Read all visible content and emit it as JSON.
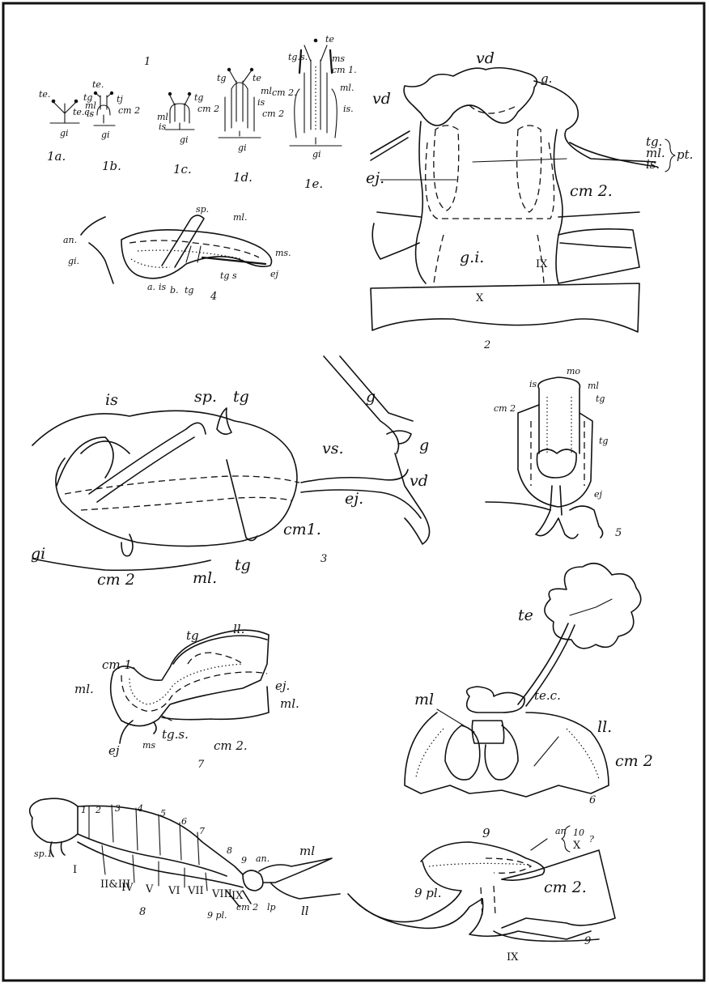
{
  "figures": {
    "f1": {
      "number": "1",
      "sub_a": "1a.",
      "sub_b": "1b.",
      "sub_c": "1c.",
      "sub_d": "1d.",
      "sub_e": "1e.",
      "labels_a": [
        "te.",
        "te.c.",
        "gi"
      ],
      "labels_b": [
        "te.",
        "tg",
        "ml",
        "is",
        "tj",
        "cm 2",
        "gi"
      ],
      "labels_c": [
        "tg",
        "cm 2",
        "ml",
        "is",
        "gi"
      ],
      "labels_d": [
        "tg",
        "te",
        "ml",
        "cm 2",
        "is",
        "gi"
      ],
      "labels_e": [
        "te",
        "tg.s.",
        "ms",
        "cm 1.",
        "cm 2.",
        "ml.",
        "is.",
        "gi"
      ]
    },
    "f2": {
      "number": "2",
      "labels": [
        "vd",
        "vd",
        "g.",
        "tg.",
        "ml.",
        "is.",
        "pt.",
        "ej.",
        "cm 2.",
        "g.i.",
        "IX",
        "X"
      ]
    },
    "f3": {
      "number": "3",
      "labels": [
        "is",
        "sp.",
        "tg",
        "g",
        "vs.",
        "g",
        "vd",
        "ej.",
        "cm1.",
        "gi",
        "cm 2",
        "ml.",
        "tg"
      ]
    },
    "f4": {
      "number": "4",
      "labels": [
        "sp.",
        "ml.",
        "ms.",
        "an.",
        "gi.",
        "a.",
        "is",
        "b.",
        "tg",
        "tg s",
        "ej"
      ]
    },
    "f5": {
      "number": "5",
      "labels": [
        "mo",
        "is",
        "ml",
        "tg",
        "cm 2",
        "tg",
        "ej"
      ]
    },
    "f6": {
      "number": "6",
      "labels": [
        "te",
        "te.c.",
        "ml",
        "ll.",
        "cm 2"
      ]
    },
    "f7": {
      "number": "7",
      "labels": [
        "cm 1.",
        "tg",
        "ll.",
        "ml.",
        "ej.",
        "ml.",
        "ej",
        "ms",
        "tg.s.",
        "cm 2."
      ]
    },
    "f8": {
      "number": "8",
      "segments_top": [
        "1",
        "2",
        "3",
        "4",
        "5",
        "6",
        "7",
        "8",
        "9"
      ],
      "segments_bottom": [
        "I",
        "II&III",
        "IV",
        "V",
        "VI",
        "VII",
        "VIII",
        "IX"
      ],
      "labels": [
        "sp.1",
        "an.",
        "ml",
        "9 pl.",
        "cm 2",
        "lp",
        "ll"
      ]
    },
    "f9": {
      "number": "9",
      "labels": [
        "9",
        "an",
        "10",
        "X",
        "?",
        "9 pl.",
        "cm 2.",
        "IX"
      ]
    }
  }
}
